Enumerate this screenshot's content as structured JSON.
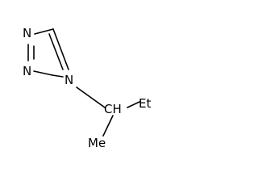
{
  "molecule": {
    "atoms": {
      "n1": "N",
      "n2": "N",
      "n4": "N",
      "ch": "CH",
      "et": "Et",
      "me": "Me"
    },
    "colors": {
      "ink": "#000000",
      "background": "#ffffff"
    }
  }
}
